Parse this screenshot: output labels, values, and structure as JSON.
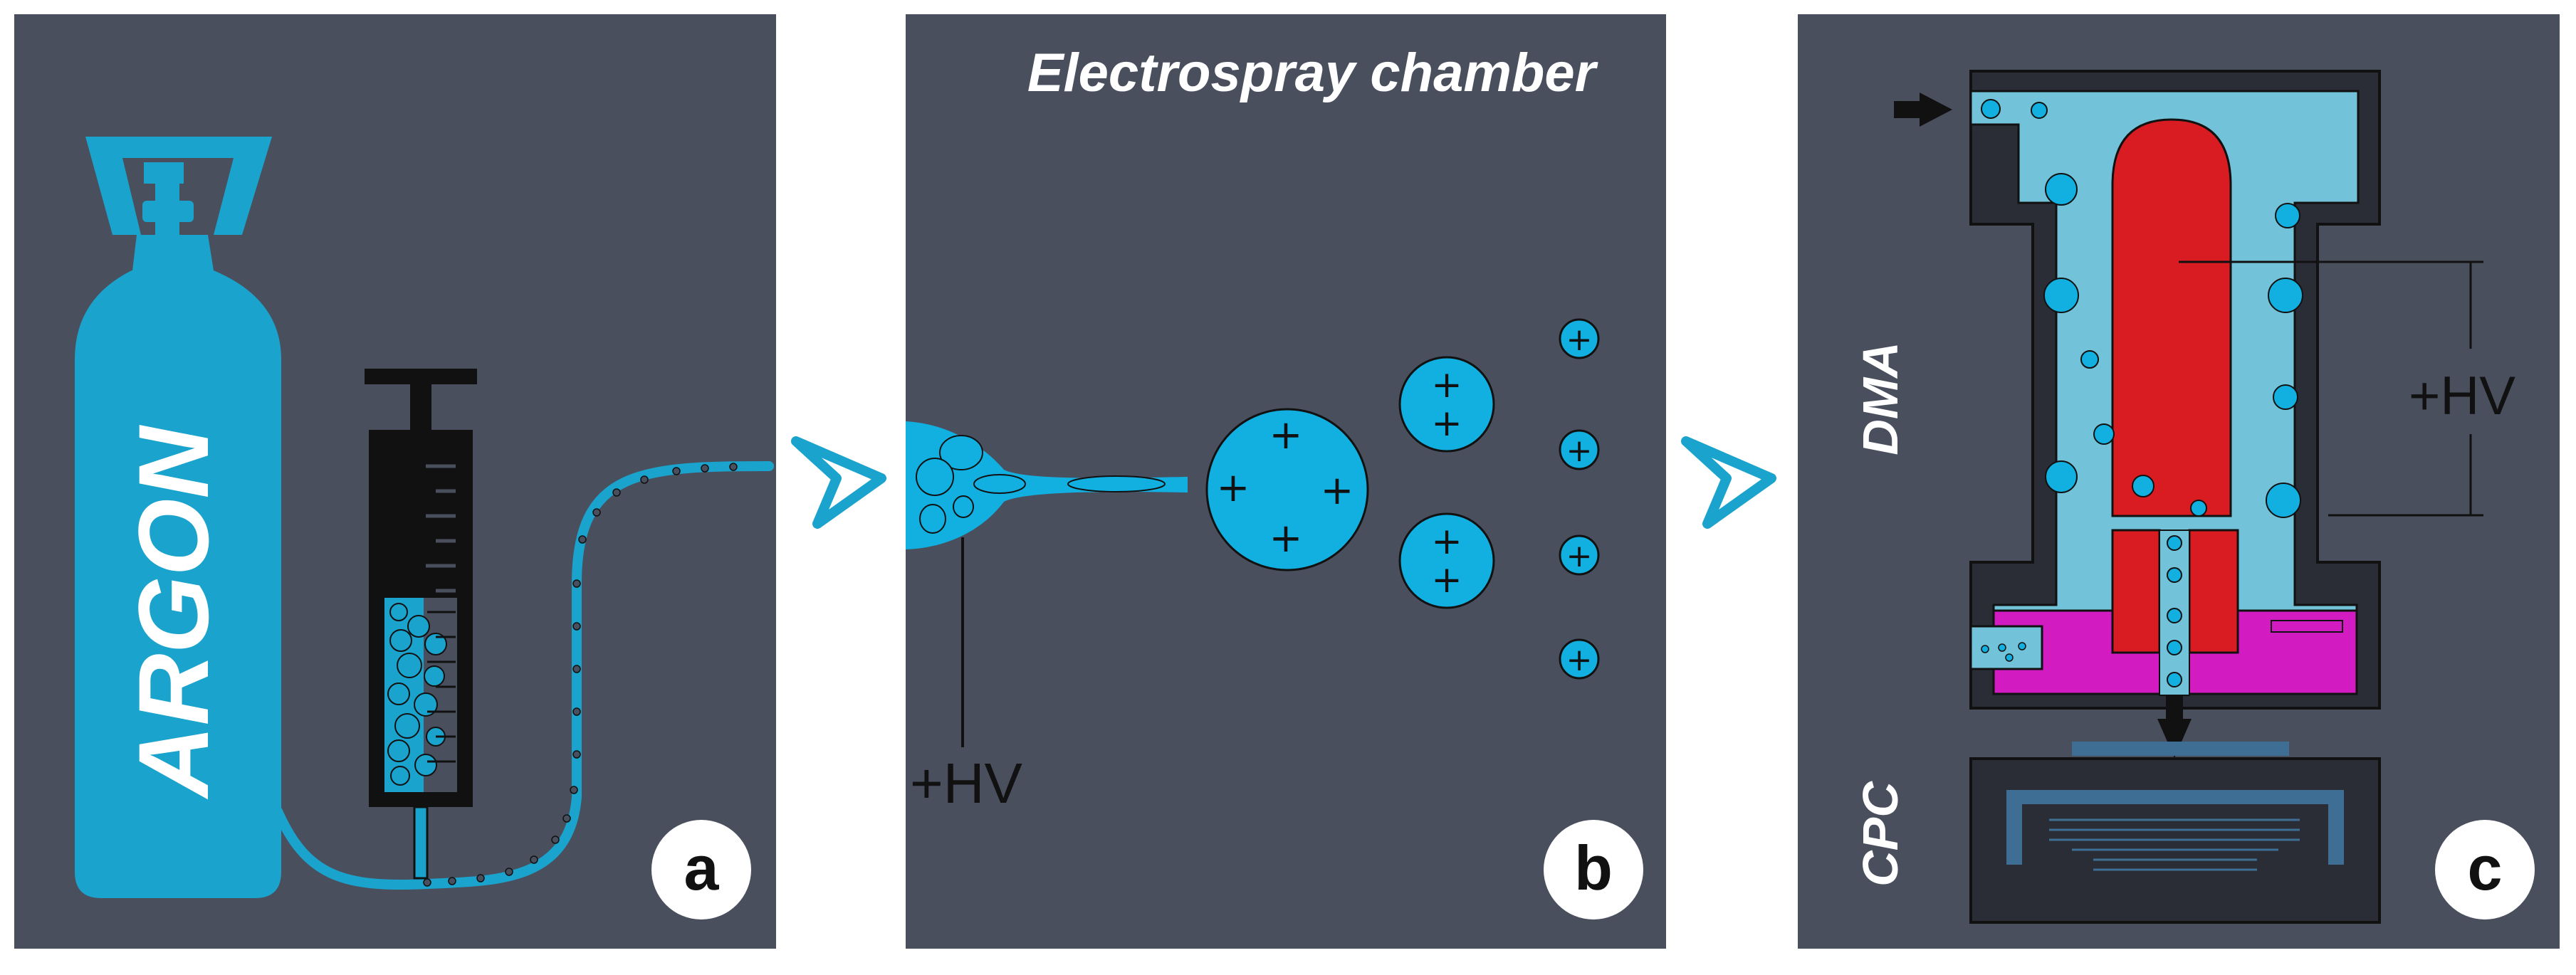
{
  "panels": [
    {
      "id": "a",
      "label": "a",
      "cylinder_text": "ARGON"
    },
    {
      "id": "b",
      "label": "b",
      "title": "Electrospray chamber",
      "hv_label": "+HV"
    },
    {
      "id": "c",
      "label": "c",
      "dma_label": "DMA",
      "cpc_label": "CPC",
      "hv_label": "+HV"
    }
  ],
  "charges": {
    "symbol": "+"
  },
  "colors": {
    "panel_bg": "#4a4f5e",
    "argon_blue": "#1aa3cc",
    "droplet_blue": "#11b0e0",
    "light_blue": "#72c3d9",
    "electrode_red": "#d81c22",
    "magenta": "#d21bc0",
    "dark_housing": "#2b2d36",
    "cpc_blue": "#3f6e95"
  },
  "icons": [
    "gas-cylinder-icon",
    "syringe-icon",
    "flow-arrow-icon"
  ]
}
